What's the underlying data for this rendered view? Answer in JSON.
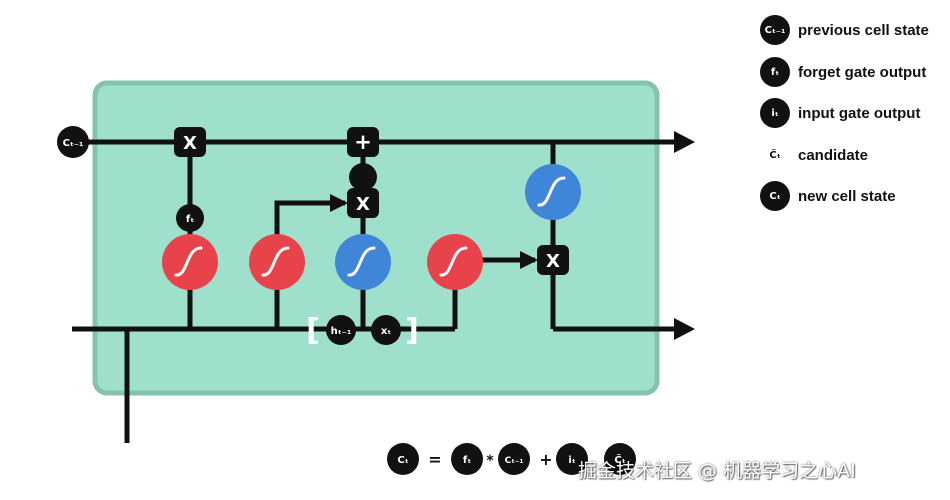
{
  "colors": {
    "cell_fill": "#9ee0cc",
    "cell_border": "#85c3ad",
    "sigmoid": "#e8424b",
    "tanh": "#3f86d9",
    "node": "#111111",
    "line": "#111111"
  },
  "diagram": {
    "input_c": "Cₜ₋₁",
    "f_label": "fₜ",
    "h_label": "hₜ₋₁",
    "x_label": "xₜ",
    "bracket_left": "[",
    "bracket_right": "]",
    "op_multiply": "X",
    "op_add": "+"
  },
  "legend": [
    {
      "symbol": "Cₜ₋₁",
      "label": "previous cell state"
    },
    {
      "symbol": "fₜ",
      "label": "forget gate output"
    },
    {
      "symbol": "iₜ",
      "label": "input gate output"
    },
    {
      "symbol": "C̃ₜ",
      "label": "candidate"
    },
    {
      "symbol": "Cₜ",
      "label": "new cell state"
    }
  ],
  "formula": {
    "lhs": "Cₜ",
    "equals": "=",
    "f": "fₜ",
    "times": "*",
    "c_prev": "Cₜ₋₁",
    "plus": "+",
    "i": "iₜ",
    "c_tilde": "C̃ₜ"
  },
  "watermark": "掘金技术社区 @ 机器学习之心AI"
}
